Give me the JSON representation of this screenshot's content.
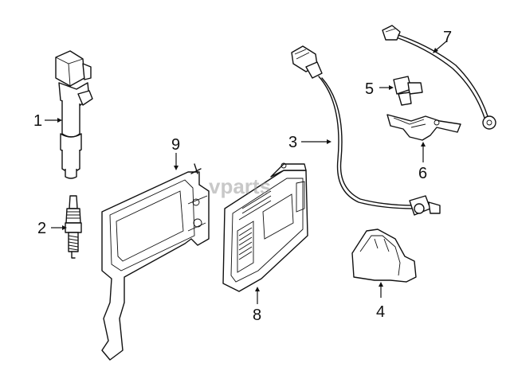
{
  "callouts": {
    "c1": "1",
    "c2": "2",
    "c3": "3",
    "c4": "4",
    "c5": "5",
    "c6": "6",
    "c7": "7",
    "c8": "8",
    "c9": "9"
  },
  "watermark": "vparts"
}
